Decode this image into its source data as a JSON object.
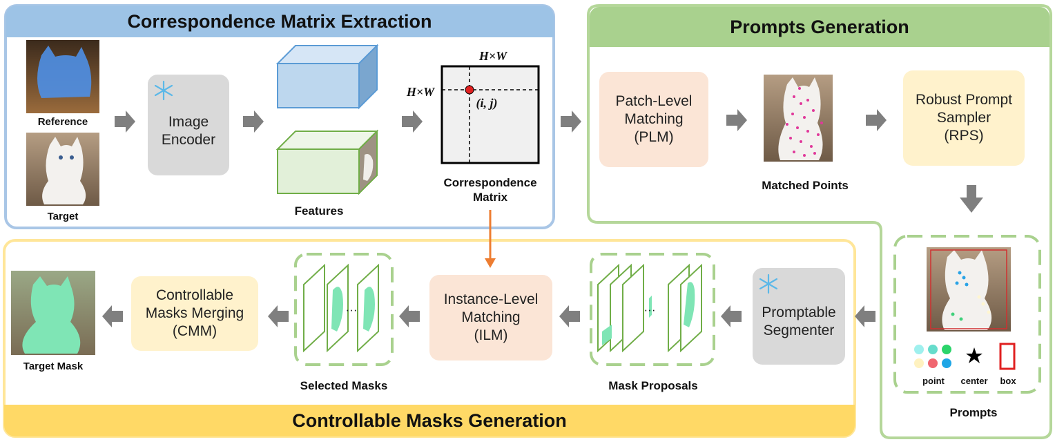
{
  "sections": {
    "cme_title": "Correspondence Matrix Extraction",
    "pg_title": "Prompts Generation",
    "cmg_title": "Controllable Masks Generation"
  },
  "labels": {
    "reference": "Reference",
    "target": "Target",
    "features": "Features",
    "corr_matrix": "Correspondence\nMatrix",
    "matched_points": "Matched Points",
    "prompts": "Prompts",
    "target_mask": "Target Mask",
    "selected_masks": "Selected Masks",
    "mask_proposals": "Mask Proposals",
    "hw_top": "H×W",
    "hw_left": "H×W",
    "ij": "(i, j)",
    "point": "point",
    "center": "center",
    "box": "box",
    "ellipsis": "···"
  },
  "modules": {
    "image_encoder": "Image\nEncoder",
    "plm": "Patch-Level\nMatching\n(PLM)",
    "rps": "Robust Prompt\nSampler\n(RPS)",
    "promptable_segmenter": "Promptable\nSegmenter",
    "ilm": "Instance-Level\nMatching\n(ILM)",
    "cmm": "Controllable\nMasks Merging\n(CMM)"
  },
  "colors": {
    "cme_border": "#a9c6e6",
    "cme_header": "#9dc3e6",
    "pg_border": "#b5d79a",
    "pg_header": "#a9d18e",
    "cmg_border": "#ffe699",
    "cmg_header": "#ffd966",
    "gray_box": "#d9d9d9",
    "orange_box": "#fbe5d6",
    "yellow_box": "#fff2cc",
    "arrow_gray": "#7f7f7f",
    "arrow_orange": "#ed7d31",
    "blue_feature": "#bdd7ee",
    "green_feature": "#e2f0d9",
    "mask_green": "#7fe5b5"
  },
  "icons": {
    "snowflake": "snowflake-icon",
    "star": "star-icon"
  }
}
